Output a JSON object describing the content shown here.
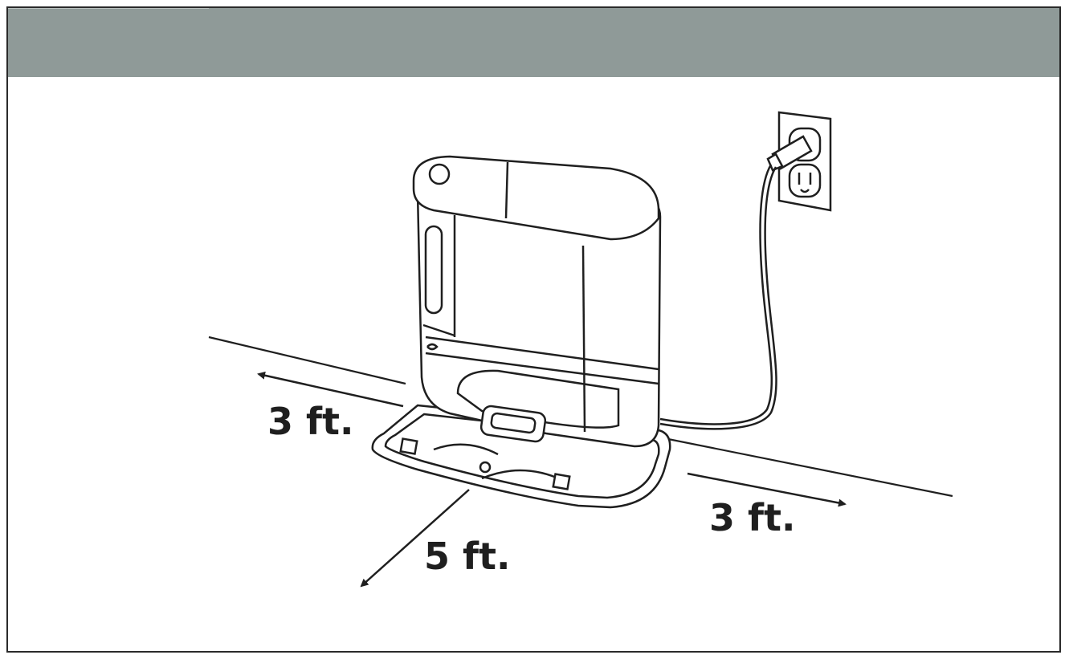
{
  "colors": {
    "header_bar": "#8f9a98",
    "line_art": "#1f1f1f",
    "background": "#ffffff"
  },
  "dimensions": {
    "left_clearance": "3 ft.",
    "right_clearance": "3 ft.",
    "front_clearance": "5 ft."
  },
  "icons": [
    "left-arrow-icon",
    "right-arrow-icon",
    "front-arrow-icon",
    "wall-outlet-icon",
    "power-plug-icon"
  ]
}
